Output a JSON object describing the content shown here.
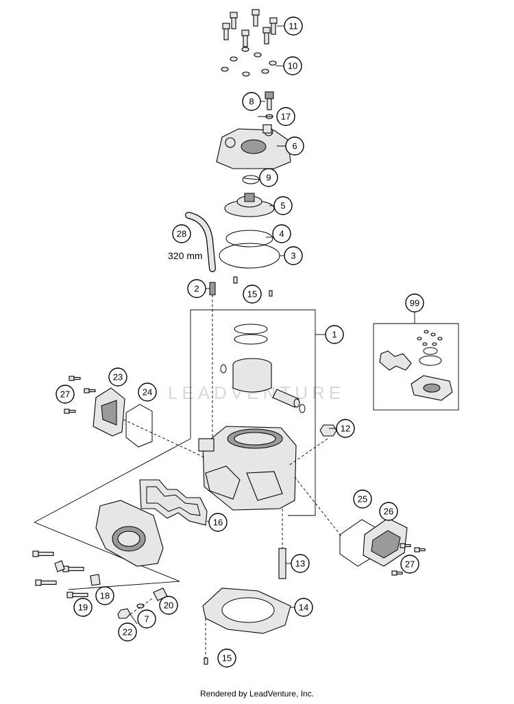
{
  "hose_length_label": "320 mm",
  "watermark": "LEADVENTURE",
  "footer": "Rendered by LeadVenture, Inc.",
  "callouts": [
    {
      "id": "c11",
      "label": "11"
    },
    {
      "id": "c10",
      "label": "10"
    },
    {
      "id": "c8",
      "label": "8"
    },
    {
      "id": "c17",
      "label": "17"
    },
    {
      "id": "c6",
      "label": "6"
    },
    {
      "id": "c9",
      "label": "9"
    },
    {
      "id": "c5",
      "label": "5"
    },
    {
      "id": "c28",
      "label": "28"
    },
    {
      "id": "c4",
      "label": "4"
    },
    {
      "id": "c3",
      "label": "3"
    },
    {
      "id": "c2",
      "label": "2"
    },
    {
      "id": "c15a",
      "label": "15"
    },
    {
      "id": "c99",
      "label": "99"
    },
    {
      "id": "c1",
      "label": "1"
    },
    {
      "id": "c23",
      "label": "23"
    },
    {
      "id": "c27a",
      "label": "27"
    },
    {
      "id": "c24",
      "label": "24"
    },
    {
      "id": "c12",
      "label": "12"
    },
    {
      "id": "c16",
      "label": "16"
    },
    {
      "id": "c25",
      "label": "25"
    },
    {
      "id": "c26",
      "label": "26"
    },
    {
      "id": "c27b",
      "label": "27"
    },
    {
      "id": "c13",
      "label": "13"
    },
    {
      "id": "c18",
      "label": "18"
    },
    {
      "id": "c19",
      "label": "19"
    },
    {
      "id": "c20",
      "label": "20"
    },
    {
      "id": "c7",
      "label": "7"
    },
    {
      "id": "c22",
      "label": "22"
    },
    {
      "id": "c14",
      "label": "14"
    },
    {
      "id": "c15b",
      "label": "15"
    }
  ]
}
